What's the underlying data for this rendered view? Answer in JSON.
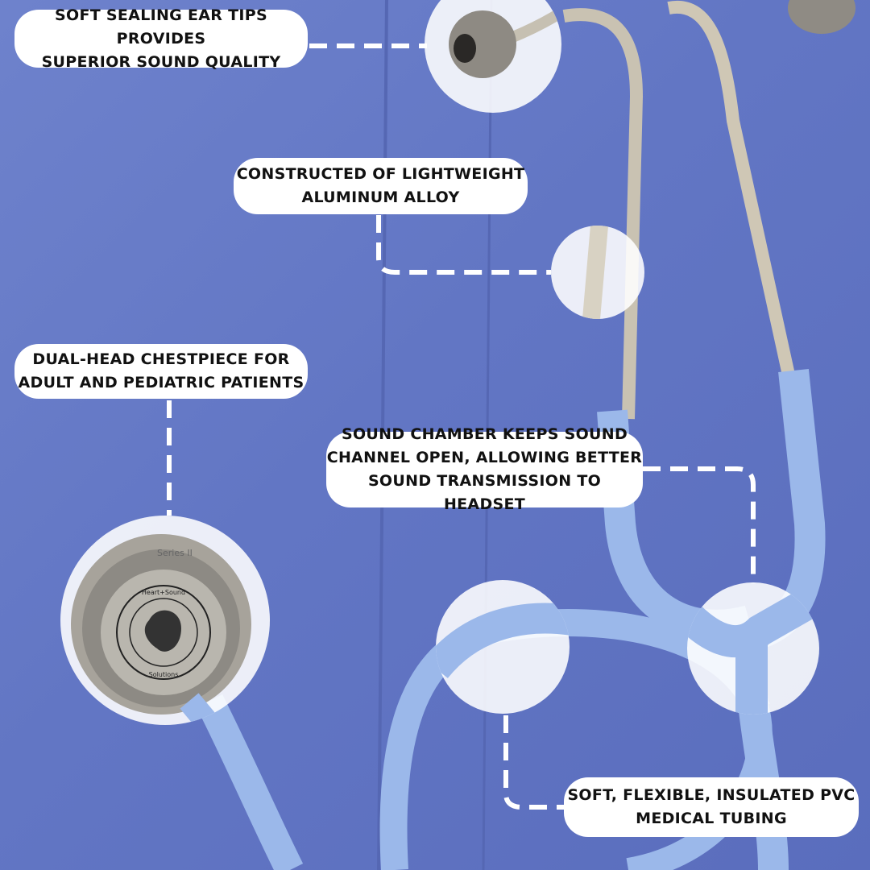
{
  "callouts": [
    {
      "line1": "Soft sealing ear tips provides",
      "line2": "superior sound quality"
    },
    {
      "line1": "Constructed of lightweight",
      "line2": "aluminum alloy"
    },
    {
      "line1": "Dual-head chestpiece for",
      "line2": "adult and pediatric patients"
    },
    {
      "line1": "Sound chamber keeps sound",
      "line2": "channel open, allowing better",
      "line3": "sound transmission to headset"
    },
    {
      "line1": "Soft, flexible, insulated PVC",
      "line2": "medical tubing"
    }
  ],
  "chestpiece": {
    "brand_top": "Heart+Sound",
    "brand_bottom": "Solutions",
    "series": "Series II"
  },
  "colors": {
    "background": "#6579c6",
    "tubing": "#9bb8ea",
    "label_bg": "#ffffff",
    "label_text": "#111111"
  }
}
